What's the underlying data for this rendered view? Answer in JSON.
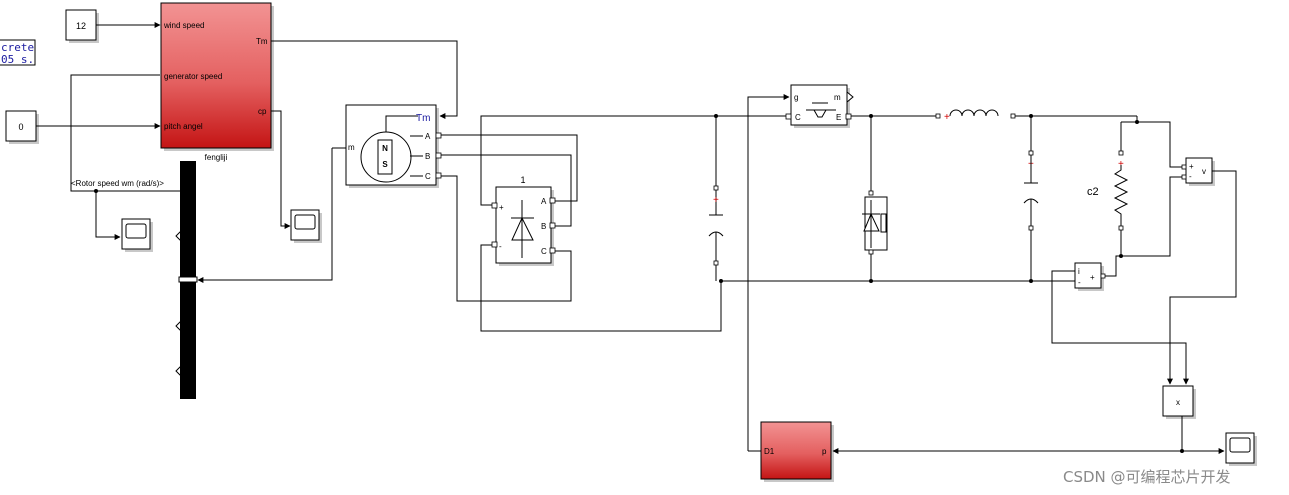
{
  "discrete_block": {
    "line1": "crete",
    "line2": "05 s."
  },
  "constants": {
    "wind_value": "12",
    "pitch_value": "0"
  },
  "turbine": {
    "name": "fengliji",
    "in_wind": "wind speed",
    "in_gen": "generator  speed",
    "in_pitch": "pitch angel",
    "out_tm": "Tm",
    "out_cp": "cp"
  },
  "pmsg": {
    "in_tm": "Tm",
    "in_m": "m",
    "port_a": "A",
    "port_b": "B",
    "port_c": "C"
  },
  "bus_selector": {
    "label": "<Rotor speed wm (rad/s)>"
  },
  "rectifier": {
    "title": "1",
    "plus": "+",
    "minus": "-",
    "a": "A",
    "b": "B",
    "c": "C"
  },
  "igbt": {
    "g": "g",
    "m": "m",
    "c": "C",
    "e": "E"
  },
  "resistor_label": "c2",
  "voltage_meas": {
    "plus": "+",
    "minus": "-",
    "v": "v"
  },
  "current_meas": {
    "i": "i",
    "minus": "-",
    "plus": "+"
  },
  "product": {
    "label": "x"
  },
  "controller": {
    "in": "D1",
    "out": "p"
  },
  "marks": {
    "plus": "+",
    "minus": "-"
  },
  "watermark": "CSDN @可编程芯片开发",
  "colors": {
    "subsystem_light": "#f08a8a",
    "subsystem_dark": "#c81818",
    "wire": "#000000",
    "port_marker": "#d00000"
  }
}
